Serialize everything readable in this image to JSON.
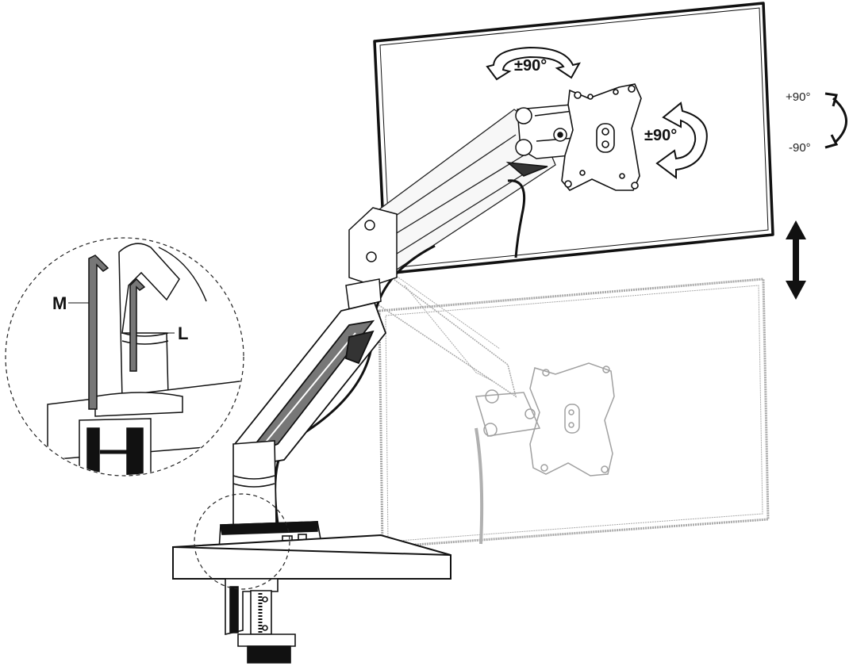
{
  "labels": {
    "tool_m": "M",
    "tool_l": "L",
    "swivel": "±90°",
    "rotate": "±90°",
    "tilt_up": "+90°",
    "tilt_down": "-90°"
  },
  "colors": {
    "ink": "#111111",
    "ghost": "#9a9a9a",
    "arm_gray": "#6e6e6e"
  },
  "icons": {
    "swivel_arrow": "curved-double-arrow-horizontal",
    "rotate_arrow": "curved-double-arrow-vertical",
    "tilt_arrow": "curved-arrow",
    "height_arrow": "vertical-double-arrow"
  }
}
